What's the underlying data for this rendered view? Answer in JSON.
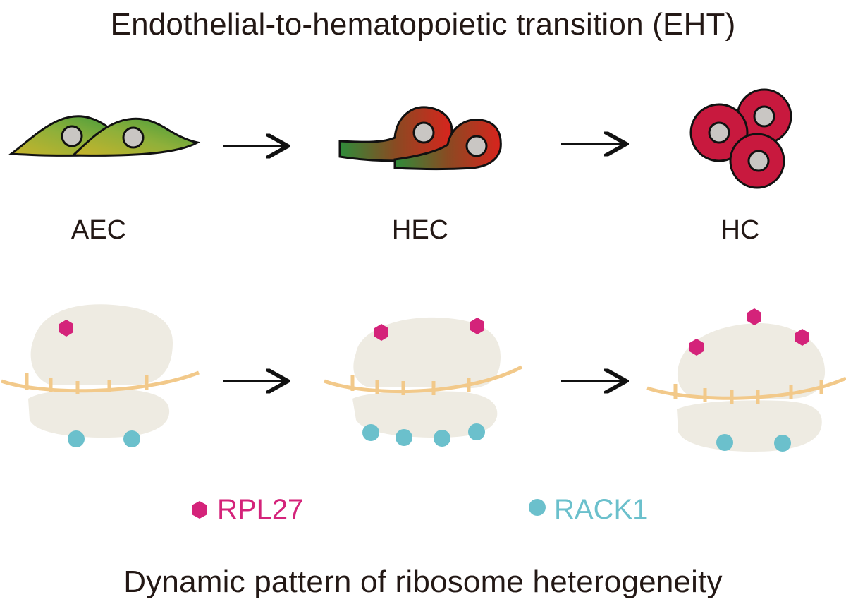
{
  "title": "Endothelial-to-hematopoietic transition (EHT)",
  "subtitle": "Dynamic pattern of ribosome heterogeneity",
  "stages": [
    {
      "label": "AEC"
    },
    {
      "label": "HEC"
    },
    {
      "label": "HC"
    }
  ],
  "legend": [
    {
      "label": "RPL27",
      "shape": "hexagon",
      "color": "#d4237a"
    },
    {
      "label": "RACK1",
      "shape": "circle",
      "color": "#6bc0cc"
    }
  ],
  "colors": {
    "ribosome": "#eeebe2",
    "mrna": "#f2c98a",
    "nucleus": "#c9c6c3",
    "hc_cell": "#c8193e",
    "arrow": "#111111"
  },
  "ribosomes": [
    {
      "rpl27_count": 1,
      "rack1_count": 2
    },
    {
      "rpl27_count": 2,
      "rack1_count": 4
    },
    {
      "rpl27_count": 3,
      "rack1_count": 2
    }
  ]
}
